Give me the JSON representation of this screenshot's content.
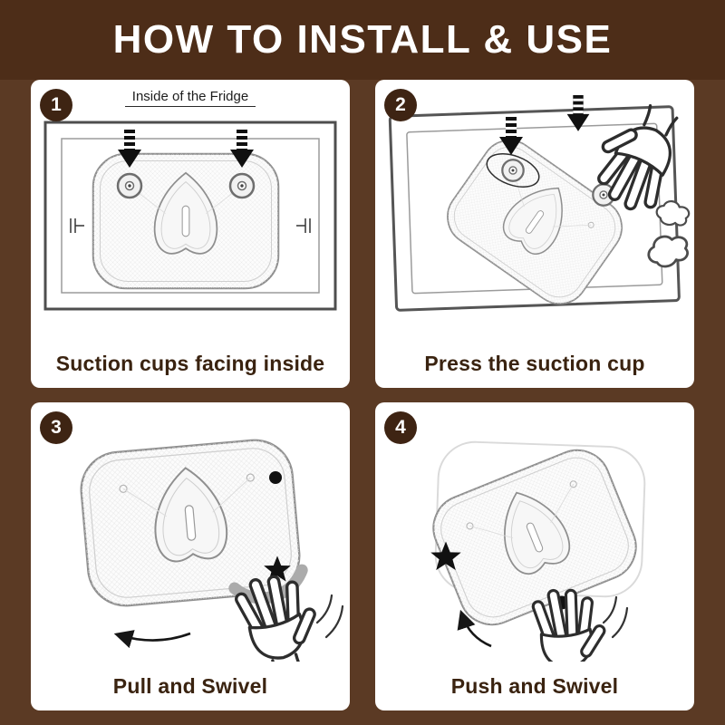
{
  "title": "HOW TO INSTALL & USE",
  "colors": {
    "background": "#5b3a24",
    "header_background": "#4d2d18",
    "panel_background": "#ffffff",
    "badge_background": "#3e2413",
    "badge_text": "#ffffff",
    "caption_text": "#3a2310",
    "title_text": "#ffffff"
  },
  "steps": [
    {
      "number": "1",
      "diagram_label": "Inside of the Fridge",
      "caption": "Suction cups facing inside"
    },
    {
      "number": "2",
      "caption": "Press the suction cup"
    },
    {
      "number": "3",
      "caption": "Pull and Swivel"
    },
    {
      "number": "4",
      "caption": "Push and Swivel"
    }
  ]
}
